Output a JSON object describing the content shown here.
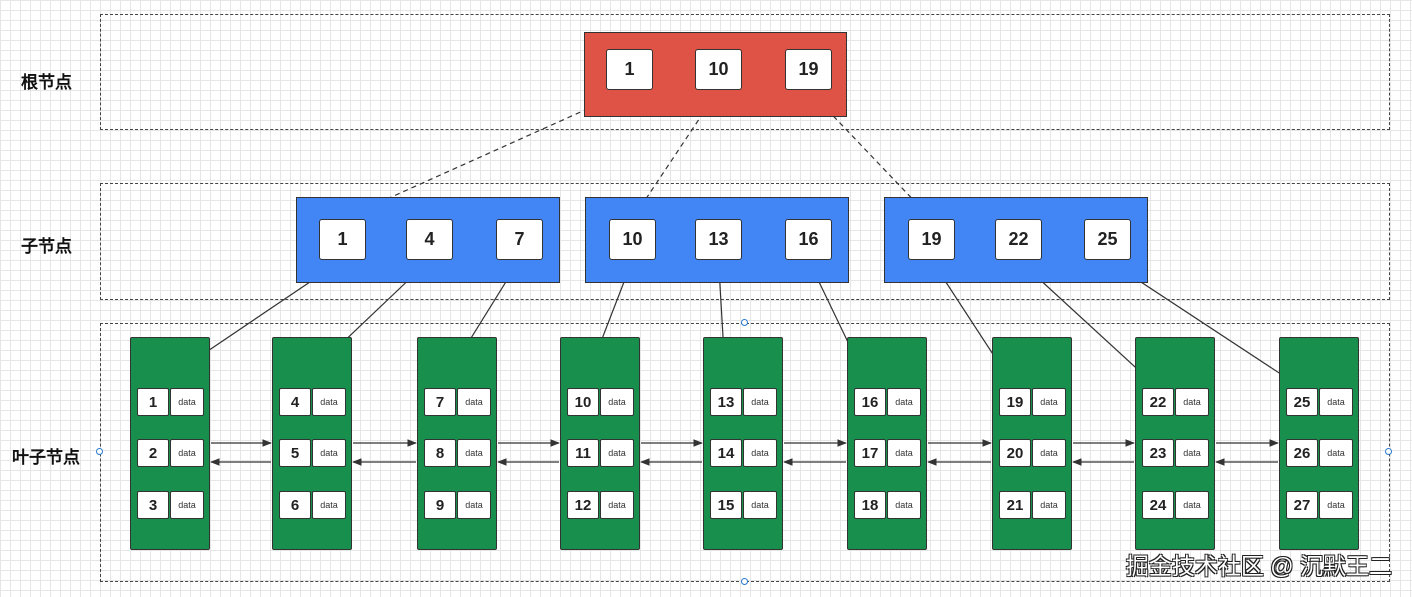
{
  "labels": {
    "root": "根节点",
    "child": "子节点",
    "leaf": "叶子节点"
  },
  "colors": {
    "root": "#df5246",
    "child": "#4285f4",
    "leaf": "#188f4c"
  },
  "root_keys": [
    "1",
    "10",
    "19"
  ],
  "child_nodes": [
    {
      "keys": [
        "1",
        "4",
        "7"
      ]
    },
    {
      "keys": [
        "10",
        "13",
        "16"
      ]
    },
    {
      "keys": [
        "19",
        "22",
        "25"
      ]
    }
  ],
  "leaf_nodes": [
    {
      "entries": [
        {
          "key": "1",
          "data": "data"
        },
        {
          "key": "2",
          "data": "data"
        },
        {
          "key": "3",
          "data": "data"
        }
      ]
    },
    {
      "entries": [
        {
          "key": "4",
          "data": "data"
        },
        {
          "key": "5",
          "data": "data"
        },
        {
          "key": "6",
          "data": "data"
        }
      ]
    },
    {
      "entries": [
        {
          "key": "7",
          "data": "data"
        },
        {
          "key": "8",
          "data": "data"
        },
        {
          "key": "9",
          "data": "data"
        }
      ]
    },
    {
      "entries": [
        {
          "key": "10",
          "data": "data"
        },
        {
          "key": "11",
          "data": "data"
        },
        {
          "key": "12",
          "data": "data"
        }
      ]
    },
    {
      "entries": [
        {
          "key": "13",
          "data": "data"
        },
        {
          "key": "14",
          "data": "data"
        },
        {
          "key": "15",
          "data": "data"
        }
      ]
    },
    {
      "entries": [
        {
          "key": "16",
          "data": "data"
        },
        {
          "key": "17",
          "data": "data"
        },
        {
          "key": "18",
          "data": "data"
        }
      ]
    },
    {
      "entries": [
        {
          "key": "19",
          "data": "data"
        },
        {
          "key": "20",
          "data": "data"
        },
        {
          "key": "21",
          "data": "data"
        }
      ]
    },
    {
      "entries": [
        {
          "key": "22",
          "data": "data"
        },
        {
          "key": "23",
          "data": "data"
        },
        {
          "key": "24",
          "data": "data"
        }
      ]
    },
    {
      "entries": [
        {
          "key": "25",
          "data": "data"
        },
        {
          "key": "26",
          "data": "data"
        },
        {
          "key": "27",
          "data": "data"
        }
      ]
    }
  ],
  "watermark": "掘金技术社区 @ 沉默王二"
}
